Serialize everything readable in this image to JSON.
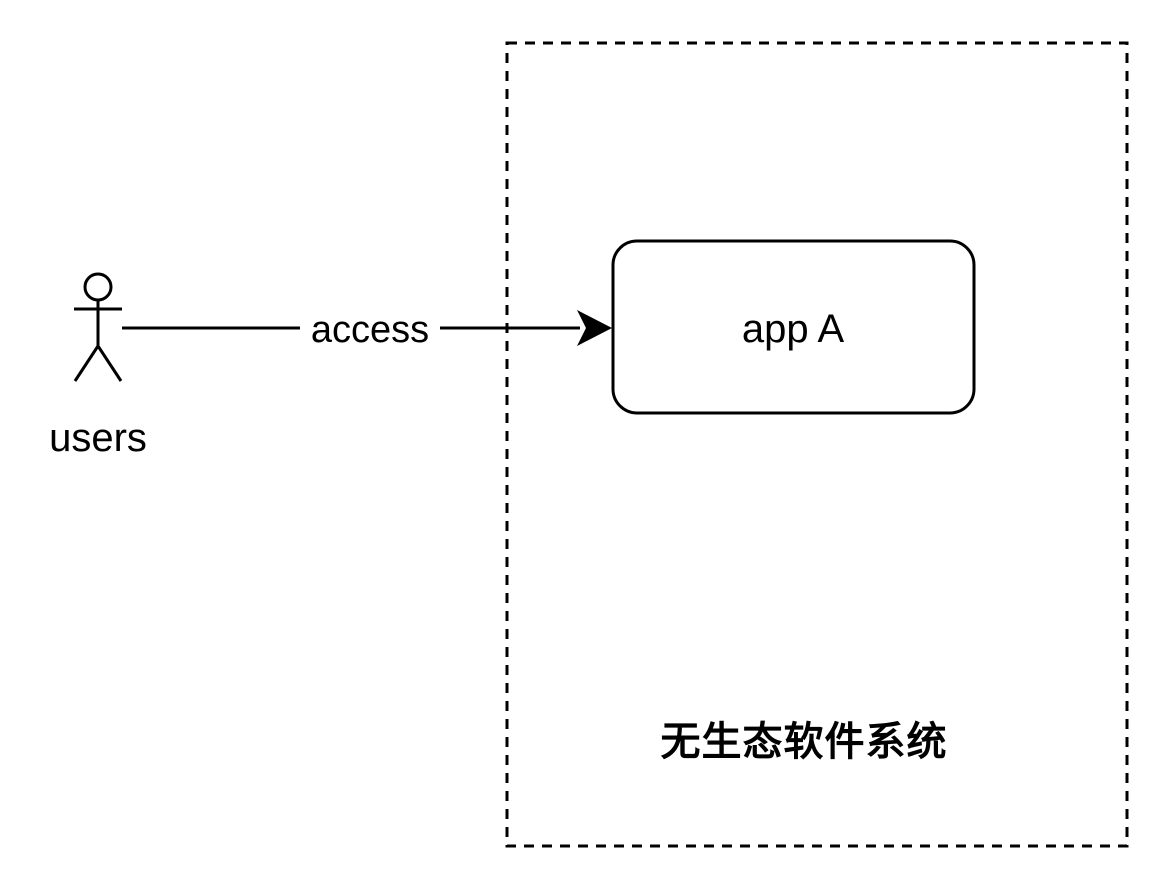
{
  "diagram": {
    "actor": {
      "label": "users",
      "icon": "stick-figure-actor-icon"
    },
    "edge": {
      "label": "access",
      "from": "users",
      "to": "app A"
    },
    "app_node": {
      "label": "app A"
    },
    "system_boundary": {
      "label": "无生态软件系统",
      "style": "dashed"
    },
    "colors": {
      "stroke": "#000000",
      "background": "#ffffff"
    }
  }
}
